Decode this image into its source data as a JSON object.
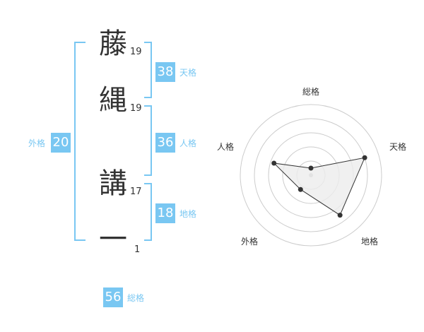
{
  "name": {
    "chars": [
      {
        "char": "藤",
        "strokes": "19"
      },
      {
        "char": "縄",
        "strokes": "19"
      },
      {
        "char": "講",
        "strokes": "17"
      },
      {
        "char": "一",
        "strokes": "1"
      }
    ]
  },
  "fortune": {
    "tenkaku": {
      "value": "38",
      "label": "天格"
    },
    "jinkaku": {
      "value": "36",
      "label": "人格"
    },
    "chikaku": {
      "value": "18",
      "label": "地格"
    },
    "gaikaku": {
      "value": "20",
      "label": "外格"
    },
    "soukaku": {
      "value": "56",
      "label": "総格"
    }
  },
  "radar": {
    "axes": [
      "総格",
      "天格",
      "地格",
      "外格",
      "人格"
    ],
    "levels": [
      0.1,
      0.8,
      0.7,
      0.25,
      0.55
    ]
  },
  "colors": {
    "accent": "#79c7f2",
    "text": "#333333",
    "grid": "#cccccc",
    "fill": "#ececec"
  }
}
